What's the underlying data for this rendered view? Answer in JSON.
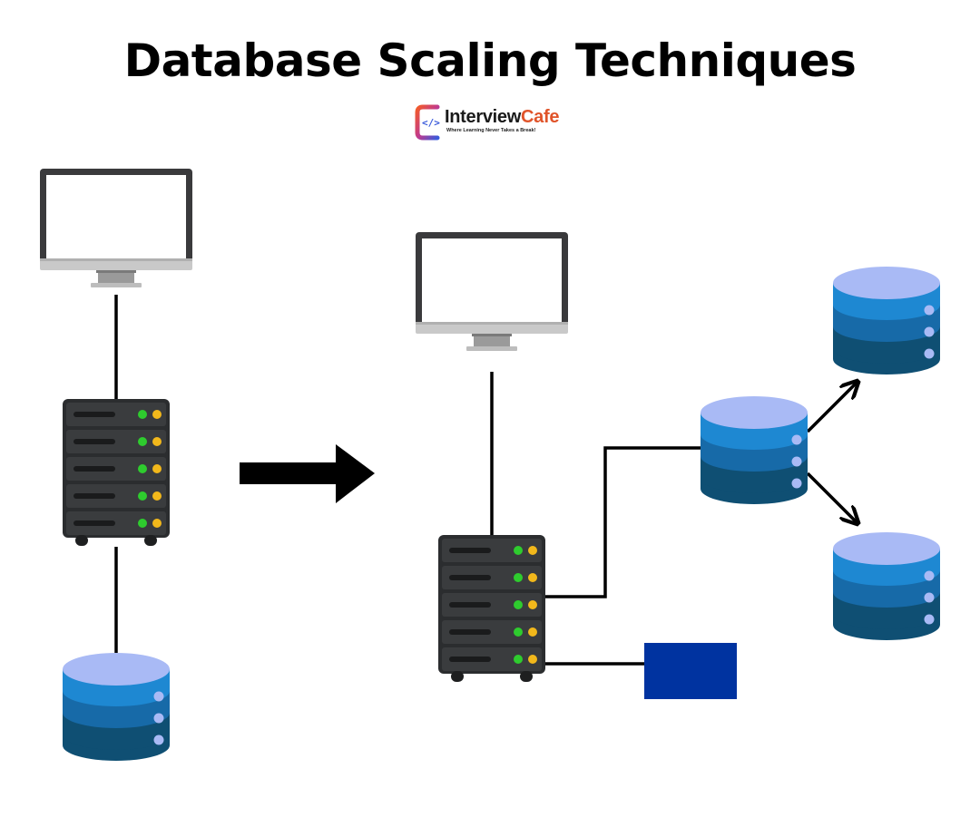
{
  "title": "Database Scaling Techniques",
  "logo": {
    "name_part1": "Interview",
    "name_part2": "Cafe",
    "tagline": "Where Learning Never Takes a Break!"
  },
  "colors": {
    "server_body": "#2b2d2f",
    "server_slot": "#3a3c3e",
    "led_green": "#2ecc2e",
    "led_amber": "#f2b81b",
    "db_top": "#a9baf5",
    "db_band1": "#1e88d2",
    "db_band2": "#176aa8",
    "db_band3": "#0f4f73",
    "db_dot": "#a9baf5",
    "cache_box": "#0033a0",
    "connector": "#000000"
  },
  "icons": [
    "monitor-icon",
    "server-rack-icon",
    "database-icon",
    "arrow-right-icon"
  ]
}
